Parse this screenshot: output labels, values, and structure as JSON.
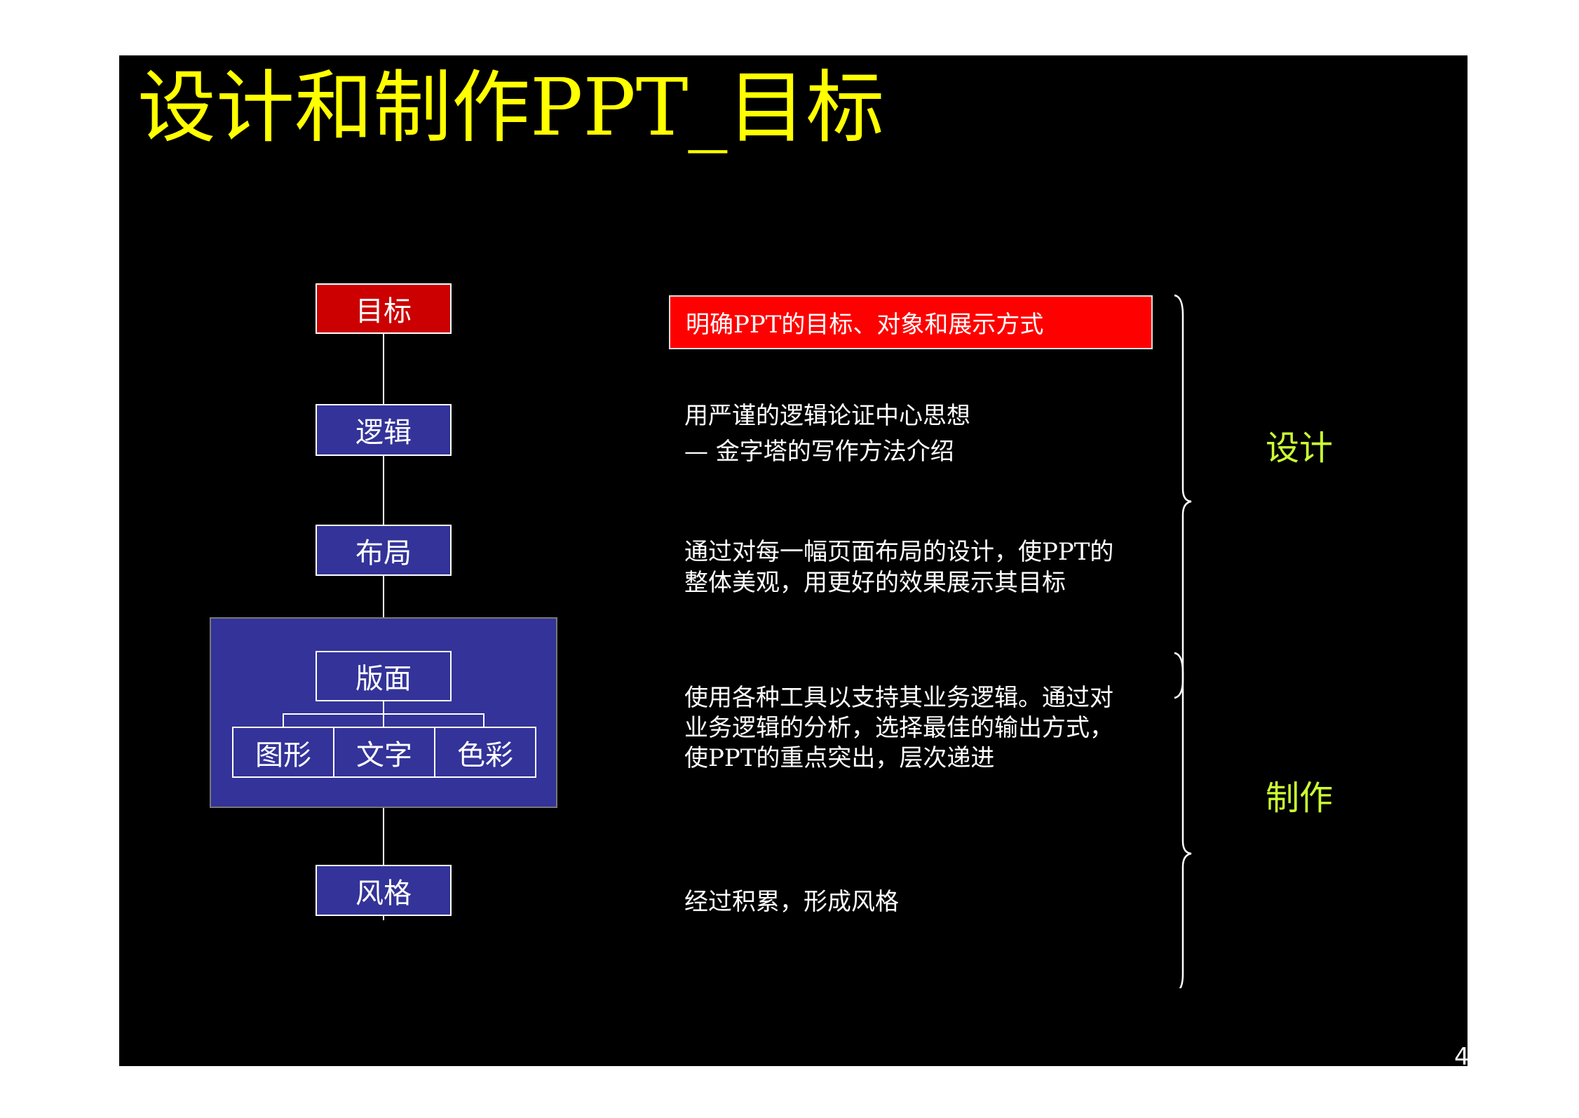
{
  "title": "设计和制作PPT_目标",
  "flow": {
    "goal": "目标",
    "logic": "逻辑",
    "layout": "布局",
    "page": "版面",
    "graphics": "图形",
    "text": "文字",
    "color": "色彩",
    "style": "风格"
  },
  "descriptions": {
    "goal": "明确PPT的目标、对象和展示方式",
    "logic_line1": "用严谨的逻辑论证中心思想",
    "logic_line2": "— 金字塔的写作方法介绍",
    "layout_line1": "通过对每一幅页面布局的设计，使PPT的",
    "layout_line2": "整体美观，用更好的效果展示其目标",
    "page_line1": "使用各种工具以支持其业务逻辑。通过对",
    "page_line2": "业务逻辑的分析，选择最佳的输出方式，",
    "page_line3": "使PPT的重点突出，层次递进",
    "style": "经过积累，形成风格"
  },
  "groups": {
    "design": "设计",
    "production": "制作"
  },
  "page_number": "4",
  "colors": {
    "title": "#ffff00",
    "box_blue": "#333399",
    "box_red": "#cc0000",
    "highlight": "#ff0000",
    "group_label": "#ccff33"
  }
}
